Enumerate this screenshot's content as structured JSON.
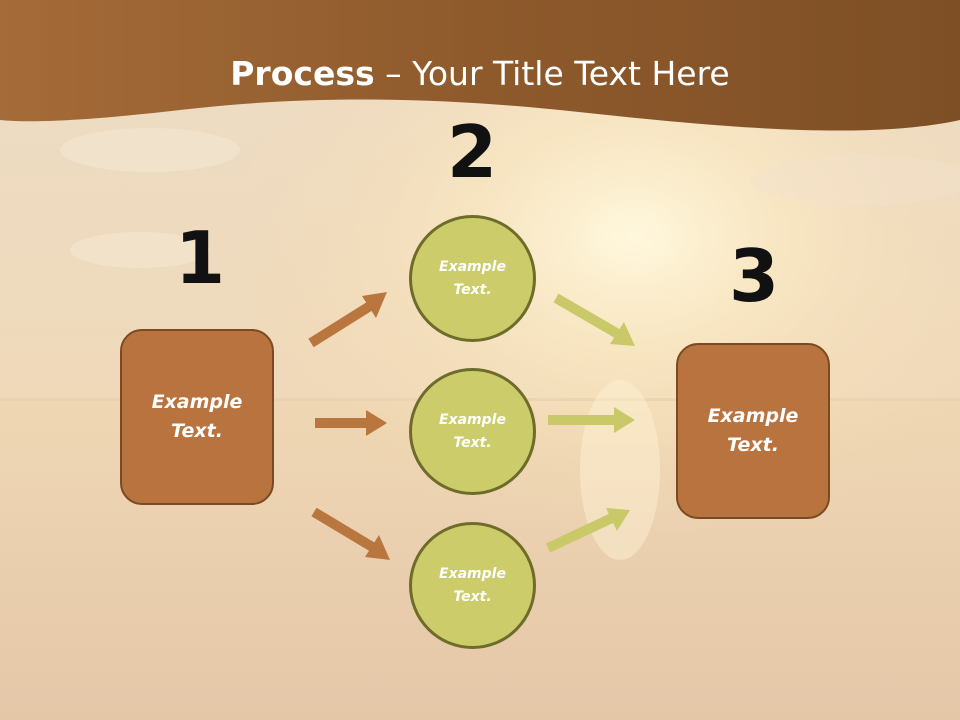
{
  "title": {
    "bold": "Process",
    "rest": " – Your Title Text Here"
  },
  "steps": [
    {
      "number": "1",
      "text": "Example Text."
    },
    {
      "number": "2"
    },
    {
      "number": "3",
      "text": "Example Text."
    }
  ],
  "circles": [
    {
      "text": "Example Text."
    },
    {
      "text": "Example Text."
    },
    {
      "text": "Example Text."
    }
  ],
  "colors": {
    "header": "#8a5527",
    "box_fill": "#b8733e",
    "circle_fill": "#cccc6b",
    "left_arrow": "#b9763f",
    "right_arrow": "#c9c96a"
  }
}
